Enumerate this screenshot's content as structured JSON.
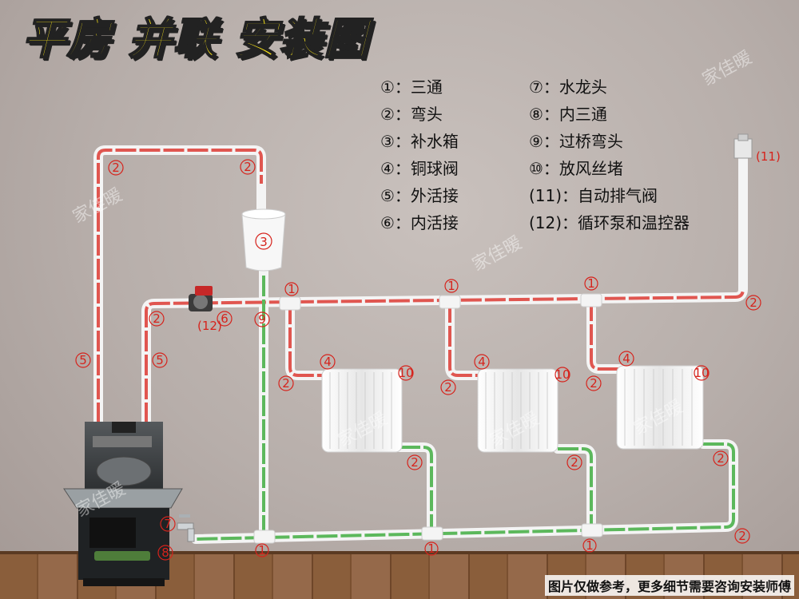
{
  "title": "平房 并联 安装图",
  "legend": {
    "left": [
      "①：三通",
      "②：弯头",
      "③：补水箱",
      "④：铜球阀",
      "⑤：外活接",
      "⑥：内活接"
    ],
    "right": [
      "⑦：水龙头",
      "⑧：内三通",
      "⑨：过桥弯头",
      "⑩：放风丝堵",
      "(11)：自动排气阀",
      "(12)：循环泵和温控器"
    ]
  },
  "watermark": "家佳暖",
  "note": "图片仅做参考，更多细节需要咨询安装师傅",
  "colors": {
    "title_fill": "#f7e21a",
    "supply_pipe_stripe": "#e05650",
    "return_pipe_stripe": "#5cb85c",
    "label_red": "#d6231c"
  }
}
